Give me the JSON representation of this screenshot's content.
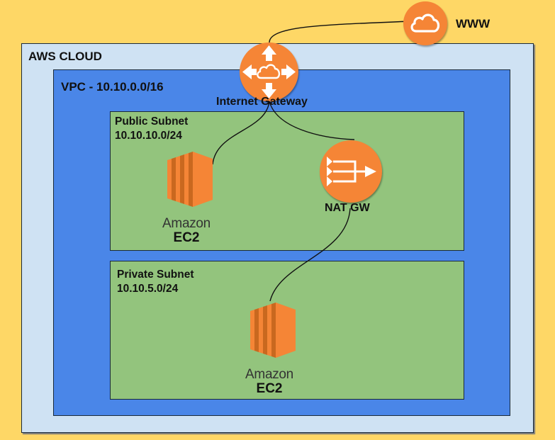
{
  "diagram": {
    "title": "AWS VPC architecture with public and private subnets",
    "colors": {
      "background": "#fed766",
      "aws_cloud": "#cfe2f3",
      "vpc": "#4a86e8",
      "subnet": "#93c47d",
      "service_orange": "#f58536"
    },
    "external": {
      "label": "WWW",
      "icon": "cloud-icon"
    },
    "aws_cloud": {
      "label": "AWS CLOUD"
    },
    "vpc": {
      "label": "VPC - 10.10.0.0/16"
    },
    "internet_gateway": {
      "label": "Internet Gateway",
      "icon": "internet-gateway-icon"
    },
    "public_subnet": {
      "name": "Public Subnet",
      "cidr": "10.10.10.0/24",
      "ec2": {
        "brand": "Amazon",
        "name": "EC2"
      },
      "nat_gateway": {
        "label": "NAT GW",
        "icon": "nat-gateway-icon"
      }
    },
    "private_subnet": {
      "name": "Private Subnet",
      "cidr": "10.10.5.0/24",
      "ec2": {
        "brand": "Amazon",
        "name": "EC2"
      }
    },
    "connections": [
      {
        "from": "WWW",
        "to": "Internet Gateway"
      },
      {
        "from": "Internet Gateway",
        "to": "Public EC2"
      },
      {
        "from": "Internet Gateway",
        "to": "NAT GW"
      },
      {
        "from": "NAT GW",
        "to": "Private EC2"
      }
    ]
  }
}
